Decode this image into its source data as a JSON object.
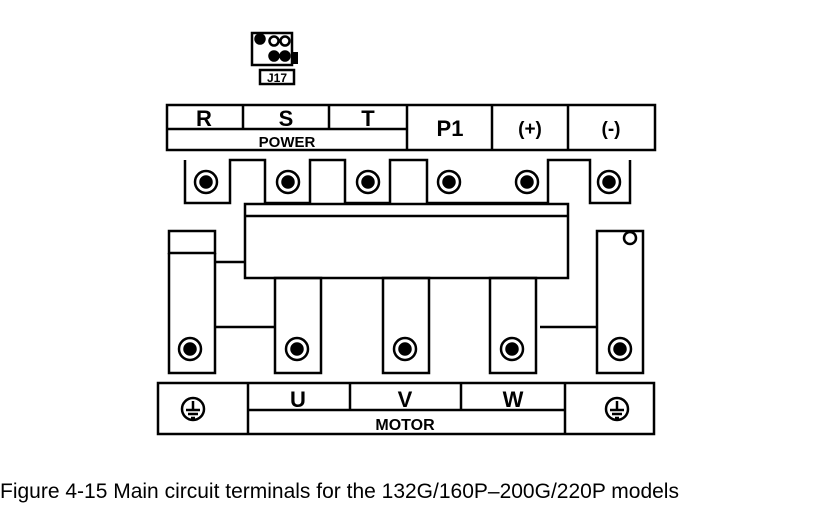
{
  "connector": {
    "label": "J17"
  },
  "power_block": {
    "group_label": "POWER",
    "terminals": [
      "R",
      "S",
      "T",
      "P1",
      "(+)",
      "(-)"
    ]
  },
  "motor_block": {
    "group_label": "MOTOR",
    "terminals": [
      "U",
      "V",
      "W"
    ],
    "ground_icons": [
      "ground-icon",
      "ground-icon"
    ]
  },
  "caption": "Figure 4-15 Main circuit terminals for the 132G/160P–200G/220P models"
}
